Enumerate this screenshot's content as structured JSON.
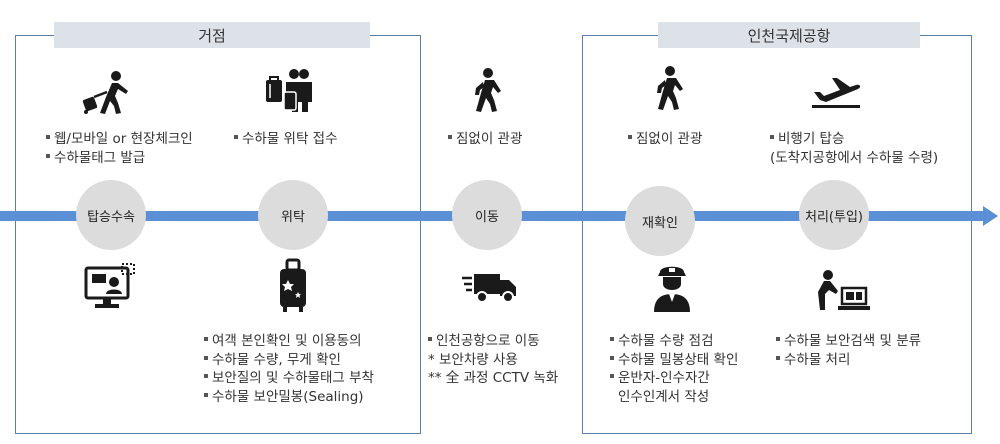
{
  "panels": {
    "left_title": "거점",
    "right_title": "인천국제공항"
  },
  "nodes": {
    "checkin": "탑승수속",
    "consign": "위탁",
    "move": "이동",
    "recheck": "재확인",
    "process": "처리(투입)"
  },
  "top": {
    "checkin": [
      "웹/모바일 or 현장체크인",
      "수하물태그 발급"
    ],
    "consign": [
      "수하물 위탁 접수"
    ],
    "move": [
      "짐없이 관광"
    ],
    "recheck": [
      "짐없이 관광"
    ],
    "process": [
      "비행기 탑승",
      "(도착지공항에서 수하물 수령)"
    ]
  },
  "bottom": {
    "consign": [
      "여객 본인확인 및 이용동의",
      "수하물 수량, 무게 확인",
      "보안질의 및 수하물태그 부착",
      "수하물 보안밀봉(Sealing)"
    ],
    "move": [
      "인천공항으로 이동",
      "*  보안차량 사용",
      "** 全 과정 CCTV 녹화"
    ],
    "recheck": [
      "수하물 수량 점검",
      "수하물 밀봉상태 확인",
      "운반자-인수자간",
      "인수인계서 작성"
    ],
    "process": [
      "수하물 보안검색 및 분류",
      "수하물 처리"
    ]
  },
  "colors": {
    "axis": "#5b8fd6",
    "panel_border": "#5a7fa8",
    "node": "#dcdcdc",
    "title_bg": "#dde1e8",
    "icon": "#1a1a1a"
  },
  "icons": [
    "walking-with-luggage-icon",
    "baggage-drop-icon",
    "walking-person-icon",
    "walking-person-icon",
    "airplane-takeoff-icon",
    "online-checkin-monitor-icon",
    "sealed-suitcase-icon",
    "delivery-truck-icon",
    "security-officer-icon",
    "baggage-screening-icon"
  ]
}
